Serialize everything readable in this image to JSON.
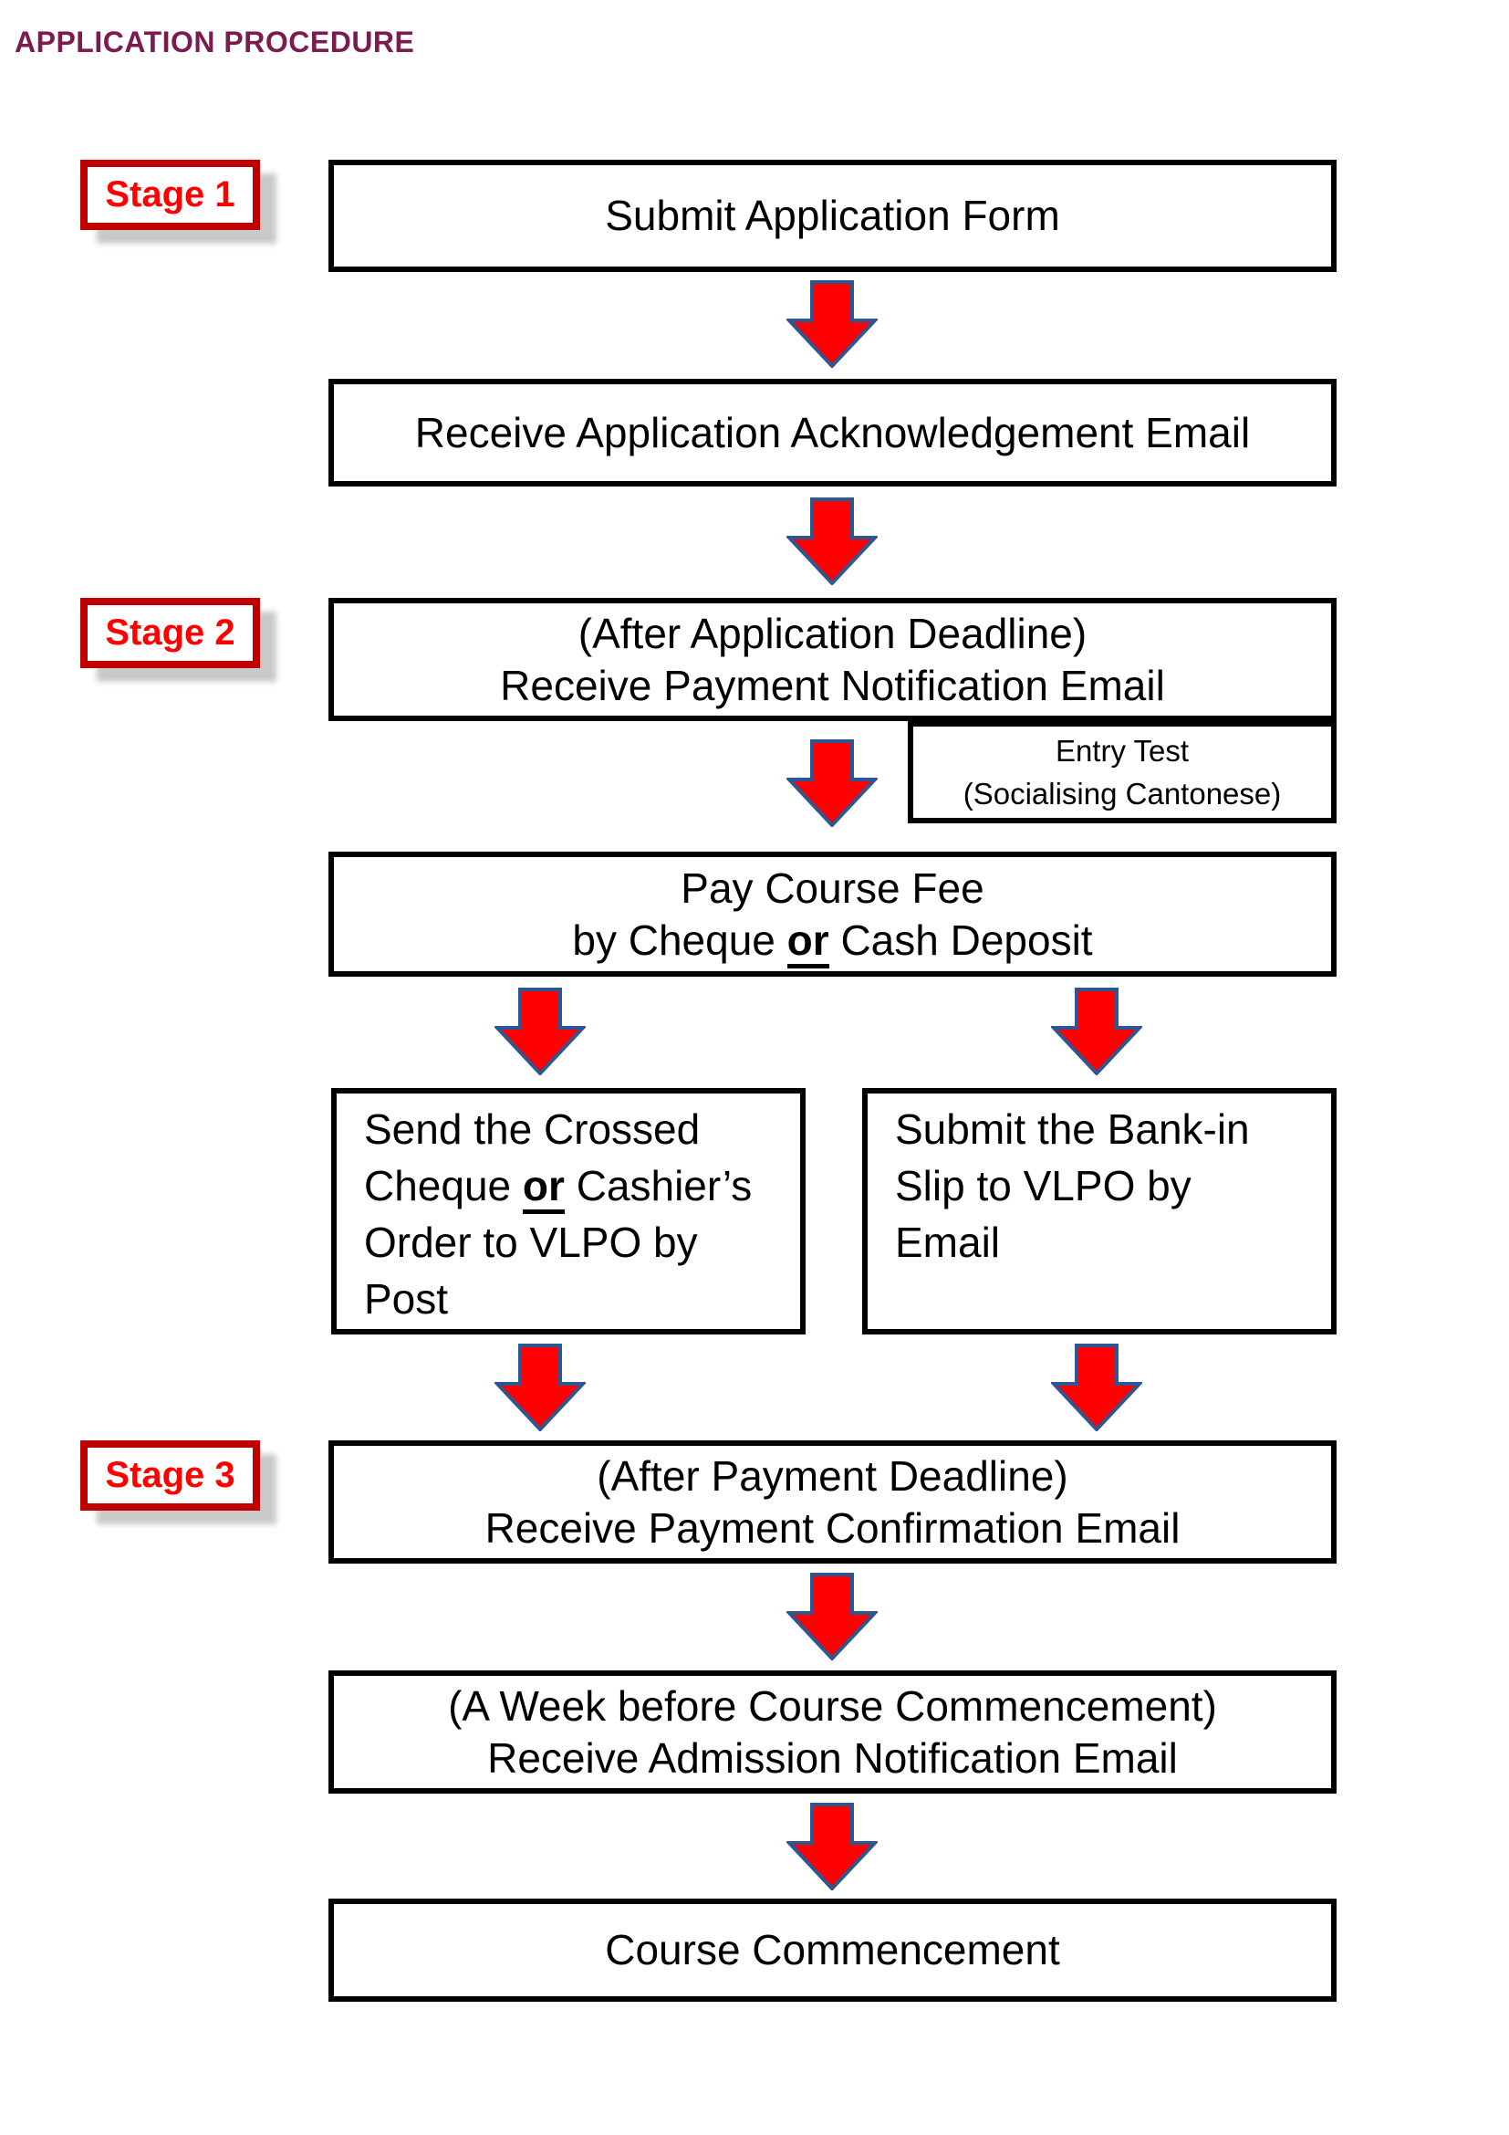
{
  "title": "APPLICATION PROCEDURE",
  "colors": {
    "title_color": "#7B1B4F",
    "stage_border": "#C00000",
    "stage_text": "#FF0000",
    "arrow_fill": "#FF0000",
    "arrow_stroke": "#2E5693",
    "box_border": "#000000"
  },
  "stages": [
    {
      "label": "Stage 1"
    },
    {
      "label": "Stage 2"
    },
    {
      "label": "Stage 3"
    }
  ],
  "boxes": {
    "submit_application": {
      "lines": [
        [
          {
            "t": "Submit Application Form"
          }
        ]
      ]
    },
    "ack_email": {
      "lines": [
        [
          {
            "t": "Receive Application Acknowledgement Email"
          }
        ]
      ]
    },
    "payment_notification": {
      "lines": [
        [
          {
            "t": "(After Application Deadline)"
          }
        ],
        [
          {
            "t": "Receive Payment Notification Email"
          }
        ]
      ]
    },
    "entry_test": {
      "lines": [
        [
          {
            "t": "Entry Test"
          }
        ],
        [
          {
            "t": "(Socialising Cantonese)"
          }
        ]
      ]
    },
    "pay_course_fee": {
      "lines": [
        [
          {
            "t": "Pay Course Fee"
          }
        ],
        [
          {
            "t": "by Cheque "
          },
          {
            "t": "or",
            "b": true,
            "u": true
          },
          {
            "t": " Cash Deposit"
          }
        ]
      ]
    },
    "send_cheque": {
      "lines": [
        [
          {
            "t": "Send the Crossed"
          }
        ],
        [
          {
            "t": "Cheque "
          },
          {
            "t": "or",
            "b": true,
            "u": true
          },
          {
            "t": " Cashier’s"
          }
        ],
        [
          {
            "t": "Order to VLPO by"
          }
        ],
        [
          {
            "t": "Post"
          }
        ]
      ]
    },
    "submit_bank_slip": {
      "lines": [
        [
          {
            "t": "Submit the Bank-in"
          }
        ],
        [
          {
            "t": "Slip to VLPO by"
          }
        ],
        [
          {
            "t": "Email"
          }
        ]
      ]
    },
    "payment_confirmation": {
      "lines": [
        [
          {
            "t": "(After Payment Deadline)"
          }
        ],
        [
          {
            "t": "Receive Payment Confirmation Email"
          }
        ]
      ]
    },
    "admission_notification": {
      "lines": [
        [
          {
            "t": "(A Week before Course Commencement)"
          }
        ],
        [
          {
            "t": "Receive Admission Notification Email"
          }
        ]
      ]
    },
    "course_commencement": {
      "lines": [
        [
          {
            "t": "Course Commencement"
          }
        ]
      ]
    }
  }
}
